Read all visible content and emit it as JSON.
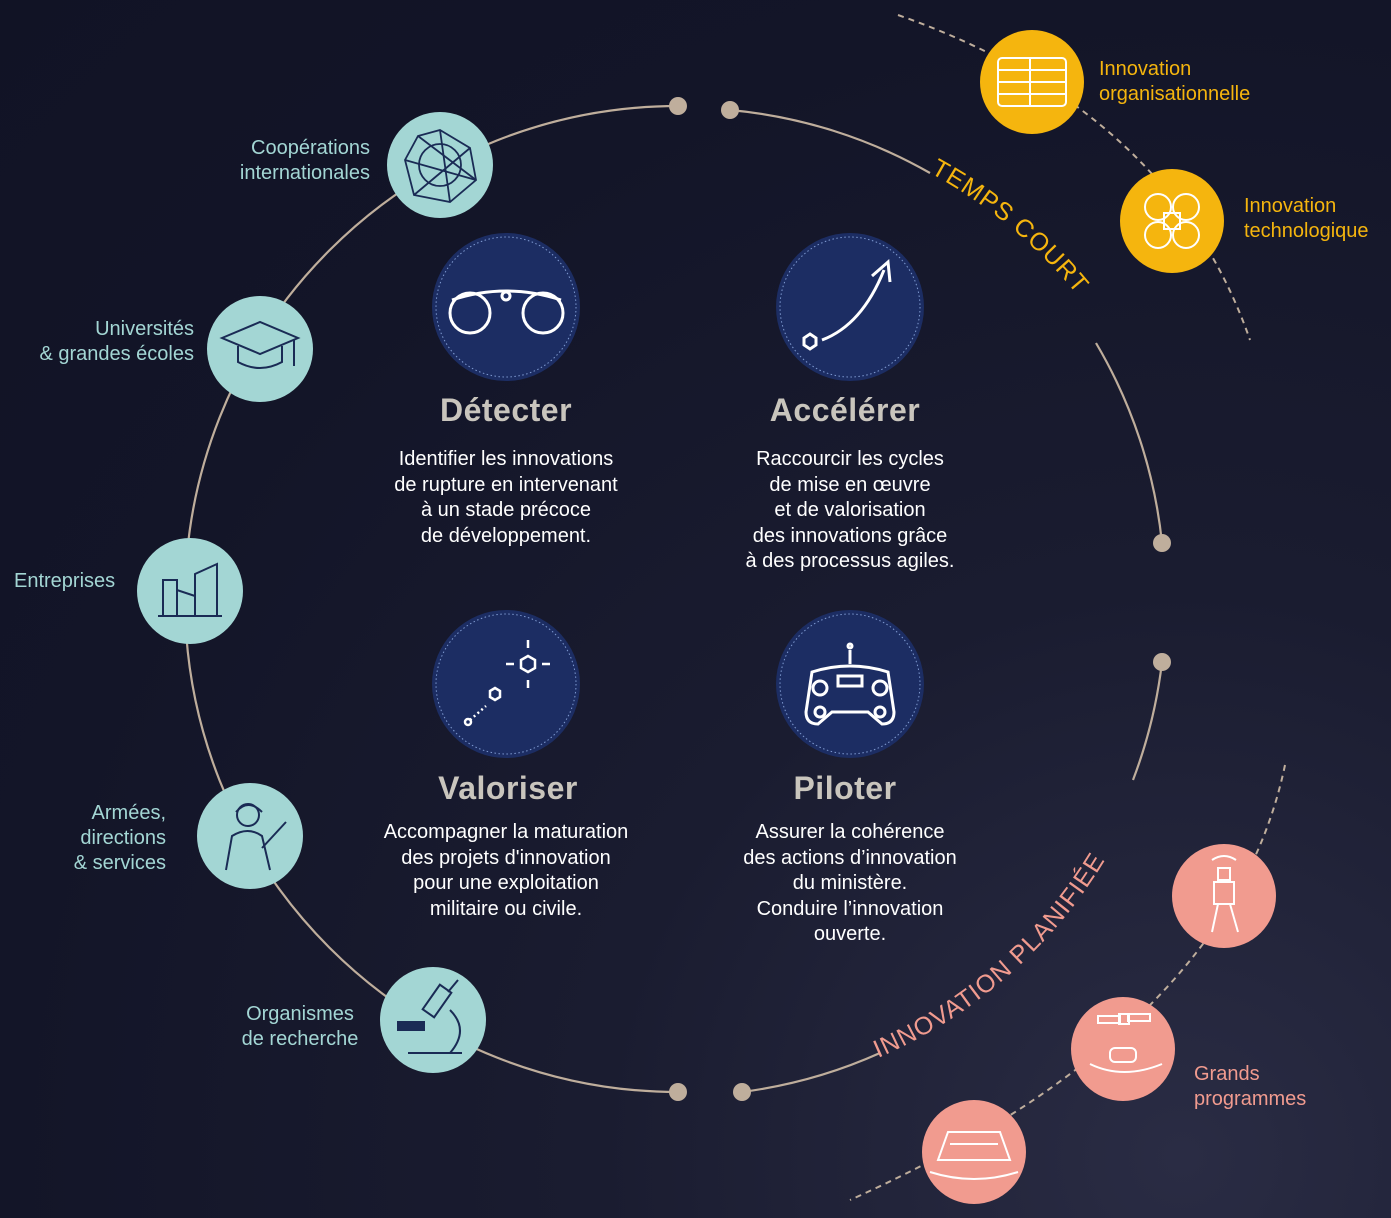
{
  "partners": {
    "cooperations": "Coopérations\ninternationales",
    "universites": "Universités\n& grandes écoles",
    "entreprises": "Entreprises",
    "armees": "Armées,\ndirections\n& services",
    "organismes": "Organismes\nde recherche"
  },
  "quadrants": {
    "detecter": {
      "title": "Détecter",
      "text": "Identifier les innovations\nde rupture en intervenant\nà un stade précoce\nde développement."
    },
    "accelerer": {
      "title": "Accélérer",
      "text": "Raccourcir les cycles\nde mise en œuvre\net de valorisation\ndes innovations grâce\nà des processus agiles."
    },
    "valoriser": {
      "title": "Valoriser",
      "text": "Accompagner la maturation\ndes projets d'innovation\npour une exploitation\nmilitaire ou civile."
    },
    "piloter": {
      "title": "Piloter",
      "text": "Assurer la cohérence\ndes actions d’innovation\ndu ministère.\nConduire l’innovation\nouverte."
    }
  },
  "arcs": {
    "temps_court": "TEMPS COURT",
    "innovation_planifiee": "INNOVATION PLANIFIÉE"
  },
  "outer": {
    "innovation_organisationnelle": "Innovation\norganisationnelle",
    "innovation_technologique": "Innovation\ntechnologique",
    "grands_programmes": "Grands\nprogrammes"
  },
  "colors": {
    "background": "#131528",
    "ring": "#bfae9c",
    "teal": "#a3d6d4",
    "yellow": "#f5b50e",
    "pink": "#f19b8f",
    "navy_circle": "#1c2d63",
    "icon_line": "#1a2b55"
  },
  "icons": [
    "globe-network-icon",
    "graduation-cap-icon",
    "buildings-icon",
    "soldier-icon",
    "microscope-icon",
    "binoculars-icon",
    "rising-arrow-icon",
    "sparkle-target-icon",
    "drone-controller-icon",
    "table-grid-icon",
    "quad-drone-icon",
    "robot-icon",
    "satellite-icon",
    "ship-icon"
  ]
}
